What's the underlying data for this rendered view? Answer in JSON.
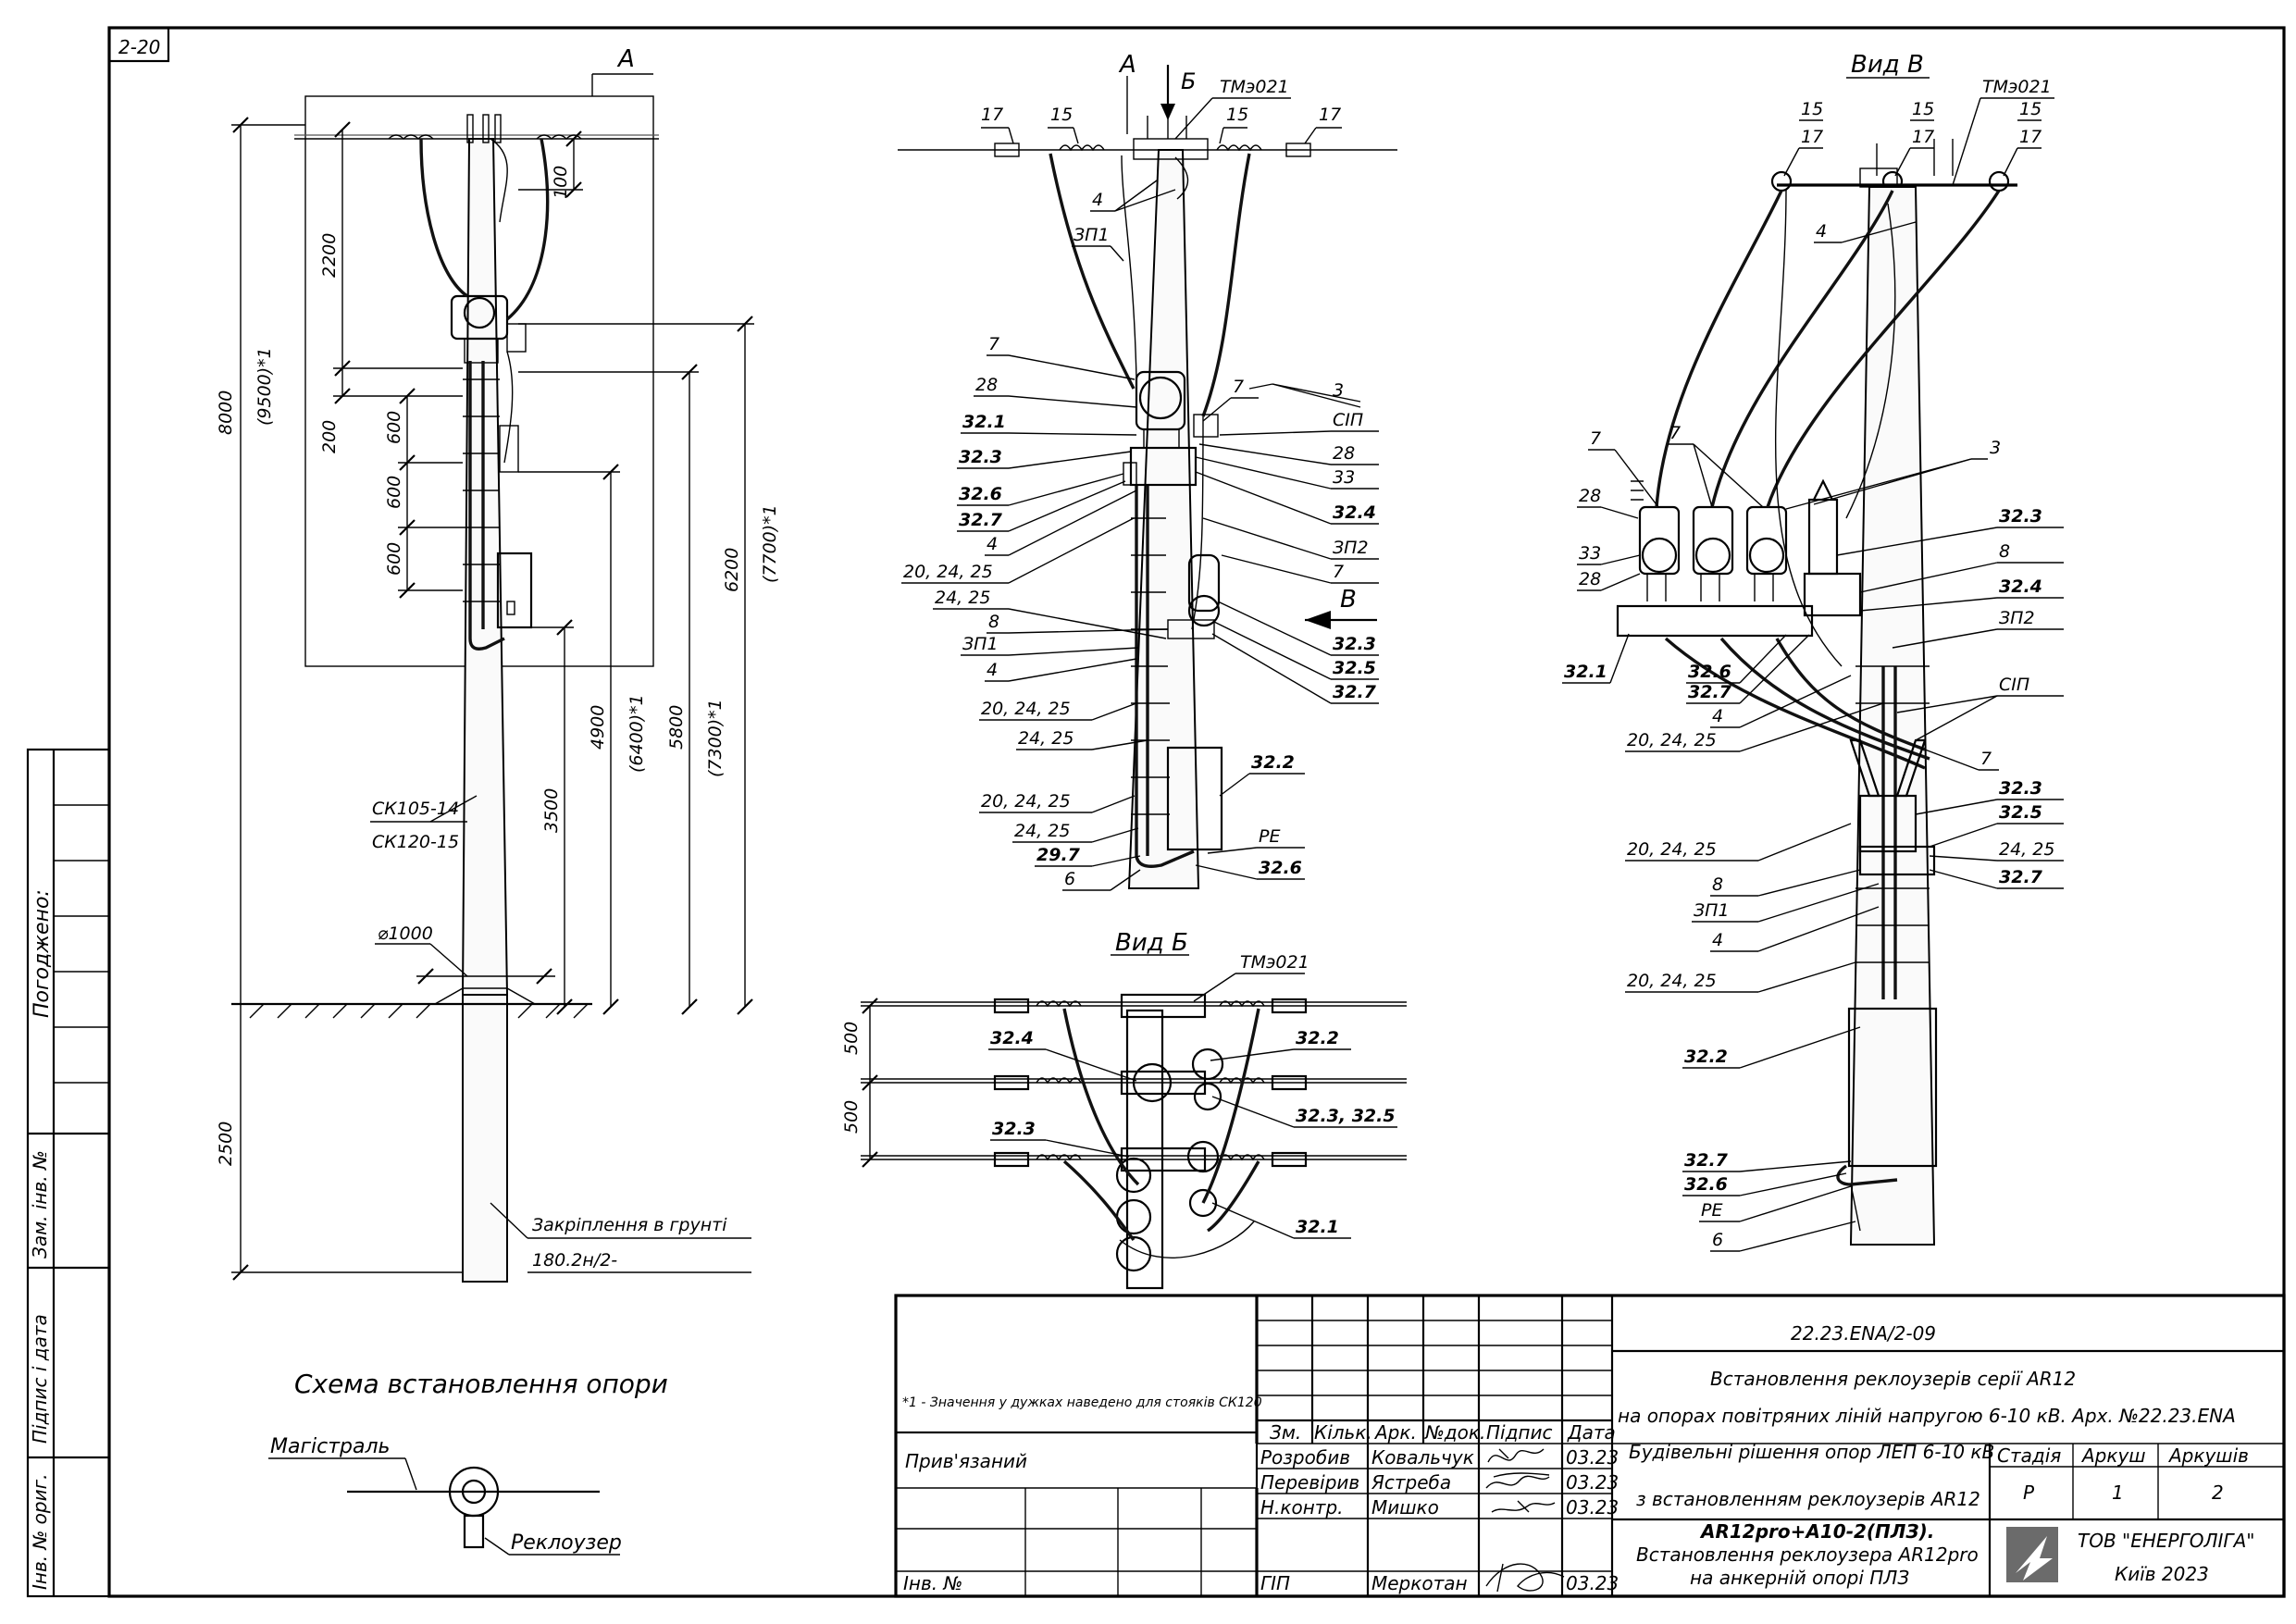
{
  "sheet_no": "2-20",
  "side_labels": {
    "agreed": "Погоджено:",
    "replaced": "Зам. інв. №",
    "signature_date": "Підпис і дата",
    "inv_orig": "Інв. № ориг."
  },
  "view_a": {
    "label": "А",
    "dims": [
      "8000",
      "(9500)*1",
      "2200",
      "100",
      "200",
      "600",
      "600",
      "600",
      "6200",
      "(7700)*1",
      "4900",
      "(6400)*1",
      "5800",
      "(7300)*1",
      "3500",
      "2500",
      "⌀1000"
    ],
    "pole_types": [
      "СК105-14",
      "СК120-15"
    ],
    "anchor_text": "Закріплення в грунті",
    "anchor_ref": "180.2н/2-"
  },
  "front_view": {
    "section_a": "А",
    "section_b": "Б",
    "arrow_v": "В",
    "labels": [
      "17",
      "15",
      "ТМэ021",
      "15",
      "17",
      "4",
      "ЗП1",
      "7",
      "28",
      "32.1",
      "32.3",
      "32.6",
      "32.7",
      "4",
      "20, 24, 25",
      "24, 25",
      "8",
      "ЗП1",
      "4",
      "20, 24, 25",
      "24, 25",
      "20, 24, 25",
      "24, 25",
      "29.7",
      "6",
      "7",
      "3",
      "СІП",
      "28",
      "33",
      "32.4",
      "ЗП2",
      "7",
      "32.3",
      "32.5",
      "32.7",
      "32.2",
      "РЕ",
      "32.6"
    ]
  },
  "view_v": {
    "title": "Вид В",
    "labels": [
      "15",
      "17",
      "15",
      "17",
      "ТМэ021",
      "15",
      "17",
      "4",
      "7",
      "7",
      "3",
      "28",
      "33",
      "28",
      "32.1",
      "32.6",
      "32.7",
      "4",
      "20, 24, 25",
      "32.3",
      "8",
      "32.4",
      "ЗП2",
      "СІП",
      "7",
      "32.3",
      "32.5",
      "24, 25",
      "32.7",
      "20, 24, 25",
      "8",
      "ЗП1",
      "4",
      "20, 24, 25",
      "32.2",
      "32.7",
      "32.6",
      "РЕ",
      "6"
    ]
  },
  "view_b": {
    "title": "Вид Б",
    "labels": [
      "ТМэ021",
      "500",
      "500",
      "32.4",
      "32.2",
      "32.3, 32.5",
      "32.3",
      "32.1"
    ]
  },
  "footnote": "*1 - Значення у дужках наведено для стояків СК120",
  "scheme": {
    "title": "Схема встановлення опори",
    "main_line": "Магістраль",
    "recloser": "Реклоузер"
  },
  "title_block": {
    "doc_number": "22.23.ENA/2-09",
    "title_line1": "Встановлення реклоузерів серії AR12",
    "title_line2": "на опорах повітряних ліній напругою 6-10 кВ. Арх. №22.23.ENA",
    "section1": "Будівельні рішення опор ЛЕП 6-10 кВ",
    "section2": "з встановленням реклоузерів AR12",
    "drawing_name1": "AR12pro+A10-2(ПЛЗ).",
    "drawing_name2": "Встановлення реклоузера AR12pro",
    "drawing_name3": "на анкерній опорі ПЛЗ",
    "org1": "ТОВ \"ЕНЕРГОЛІГА\"",
    "org2": "Київ 2023",
    "col_headers": [
      "Зм.",
      "Кільк.",
      "Арк.",
      "№док.",
      "Підпис",
      "Дата"
    ],
    "stage_headers": [
      "Стадія",
      "Аркуш",
      "Аркушів"
    ],
    "stage_values": [
      "Р",
      "1",
      "2"
    ],
    "bound": "Прив'язаний",
    "inv": "Інв. №",
    "rows": [
      {
        "role": "Розробив",
        "name": "Ковальчук",
        "date": "03.23"
      },
      {
        "role": "Перевірив",
        "name": "Ястреба",
        "date": "03.23"
      },
      {
        "role": "Н.контр.",
        "name": "Мишко",
        "date": "03.23"
      },
      {
        "role": "ГІП",
        "name": "Меркотан",
        "date": "03.23"
      }
    ]
  }
}
